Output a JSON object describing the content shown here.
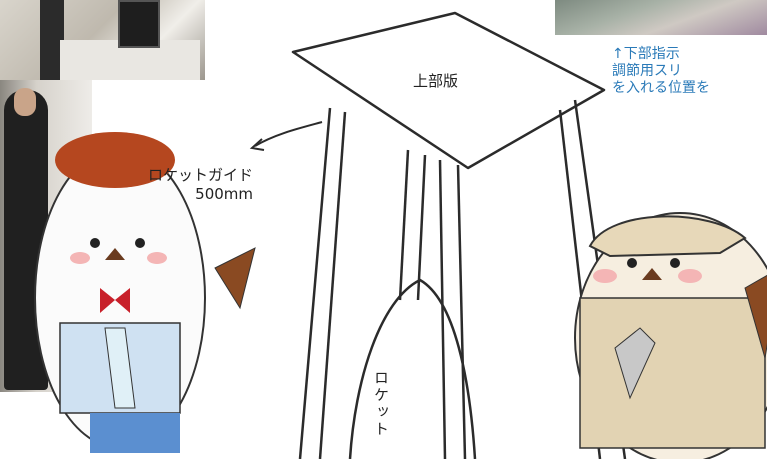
{
  "photos": {
    "top_left": "photo",
    "left": "photo",
    "top_right": "photo"
  },
  "labels": {
    "top_board": "上部版",
    "rocket_guide": "ロケットガイド\n500mm",
    "rocket_vertical": "ロケット",
    "note_blue": "↑下部指示\n調節用スリ\nを入れる位置を"
  },
  "colors": {
    "note": "#2a7ab8",
    "sketch": "#2b2b2b"
  }
}
